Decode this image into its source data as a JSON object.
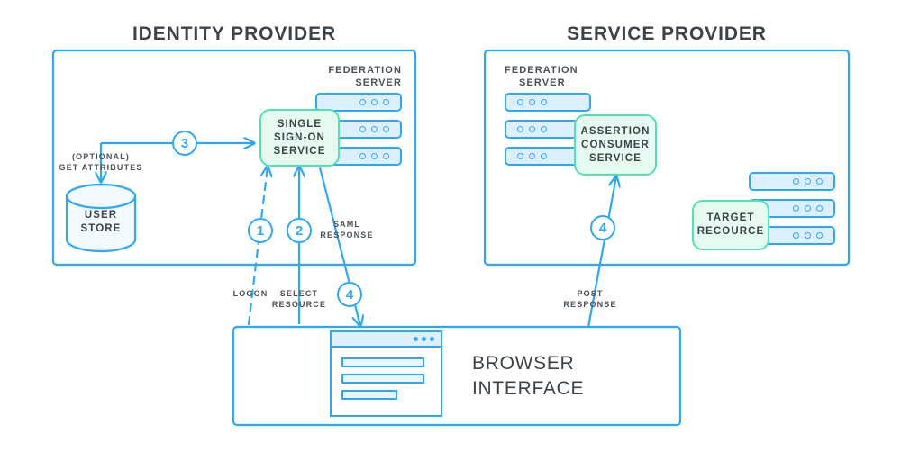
{
  "diagram": {
    "title_left": "IDENTITY PROVIDER",
    "title_right": "SERVICE PROVIDER",
    "colors": {
      "blue": "#2da8f8",
      "blue_fill": "#dcefff",
      "green": "#4fe3b4",
      "green_fill": "#e6fbf0",
      "text": "#3c4348"
    }
  },
  "identity_provider": {
    "federation_server_label": "FEDERATION\nSERVER",
    "federation_server_label_line1": "FEDERATION",
    "federation_server_label_line2": "SERVER",
    "sso_service": "SINGLE\nSIGN-ON\nSERVICE",
    "sso_service_line1": "SINGLE",
    "sso_service_line2": "SIGN-ON",
    "sso_service_line3": "SERVICE",
    "user_store_line1": "USER",
    "user_store_line2": "STORE",
    "get_attributes_line1": "(OPTIONAL)",
    "get_attributes_line2": "GET ATTRIBUTES",
    "server_bars": [
      {
        "dots": 3
      },
      {
        "dots": 3
      },
      {
        "dots": 3
      }
    ]
  },
  "service_provider": {
    "federation_server_label_line1": "FEDERATION",
    "federation_server_label_line2": "SERVER",
    "assertion_consumer_line1": "ASSERTION",
    "assertion_consumer_line2": "CONSUMER",
    "assertion_consumer_line3": "SERVICE",
    "target_resource_line1": "TARGET",
    "target_resource_line2": "RECOURCE",
    "server_bars_left": [
      {
        "dots": 3
      },
      {
        "dots": 3
      },
      {
        "dots": 3
      }
    ],
    "server_bars_right": [
      {
        "dots": 3
      },
      {
        "dots": 3
      },
      {
        "dots": 3
      }
    ]
  },
  "browser": {
    "label_line1": "BROWSER",
    "label_line2": "INTERFACE",
    "window_dots": 3,
    "content_lines": [
      {
        "width": 92
      },
      {
        "width": 92
      },
      {
        "width": 62
      }
    ]
  },
  "flow": {
    "steps": [
      {
        "number": "1",
        "label": "LOGON"
      },
      {
        "number": "2",
        "label_line1": "SELECT",
        "label_line2": "RESOURCE"
      },
      {
        "number": "3",
        "label": ""
      },
      {
        "number": "4",
        "label_line1": "SAML",
        "label_line2": "RESPONSE"
      },
      {
        "number": "4",
        "label_line1": "POST",
        "label_line2": "RESPONSE"
      }
    ],
    "step1_number": "1",
    "step1_label": "LOGON",
    "step2_number": "2",
    "step2_label_line1": "SELECT",
    "step2_label_line2": "RESOURCE",
    "step3_number": "3",
    "step4a_number": "4",
    "step4a_label_line1": "SAML",
    "step4a_label_line2": "RESPONSE",
    "step4b_number": "4",
    "step4b_label_line1": "POST",
    "step4b_label_line2": "RESPONSE"
  }
}
